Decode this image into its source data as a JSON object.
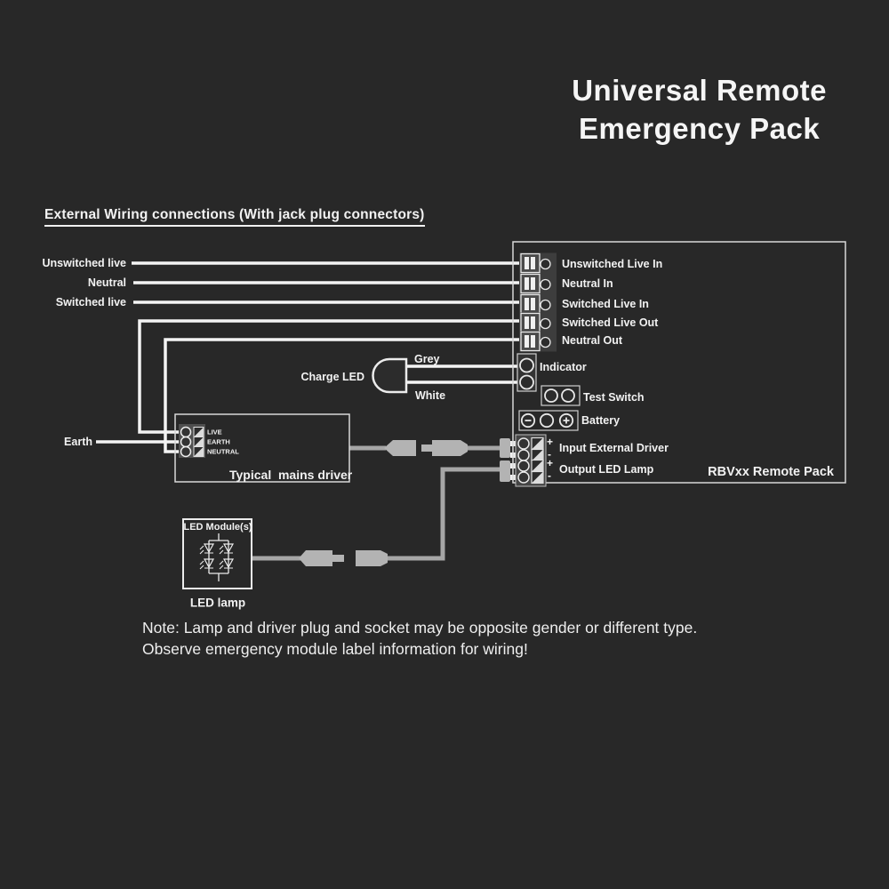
{
  "title": {
    "line1": "Universal Remote",
    "line2": "Emergency Pack"
  },
  "heading": "External Wiring connections (With jack plug connectors)",
  "input_labels": {
    "unswitched_live": "Unswitched live",
    "neutral": "Neutral",
    "switched_live": "Switched live",
    "earth": "Earth"
  },
  "charge_led": {
    "label": "Charge LED",
    "top_wire": "Grey",
    "bottom_wire": "White"
  },
  "remote_pack": {
    "terminals": [
      "Unswitched Live In",
      "Neutral In",
      "Switched Live In",
      "Switched Live Out",
      "Neutral Out"
    ],
    "indicator": "Indicator",
    "test_switch": "Test Switch",
    "battery": "Battery",
    "input_external_driver": "Input External Driver",
    "output_led_lamp": "Output LED Lamp",
    "plus": "+",
    "minus": "-",
    "pack_name": "RBVxx Remote Pack"
  },
  "mains_driver": {
    "terminals": [
      "LIVE",
      "EARTH",
      "NEUTRAL"
    ],
    "label": "Typical  mains driver"
  },
  "led_lamp": {
    "module_label": "LED Module(s)",
    "lamp_label": "LED lamp"
  },
  "note": {
    "line1": "Note: Lamp and driver plug and socket may be opposite gender or different type.",
    "line2": "Observe emergency module label information for wiring!"
  },
  "colors": {
    "background": "#282828",
    "wire_white": "#f4f4f4",
    "cable_grey": "#a6a6a6",
    "outline": "#d8d8d8",
    "text": "#f2f2f2"
  }
}
